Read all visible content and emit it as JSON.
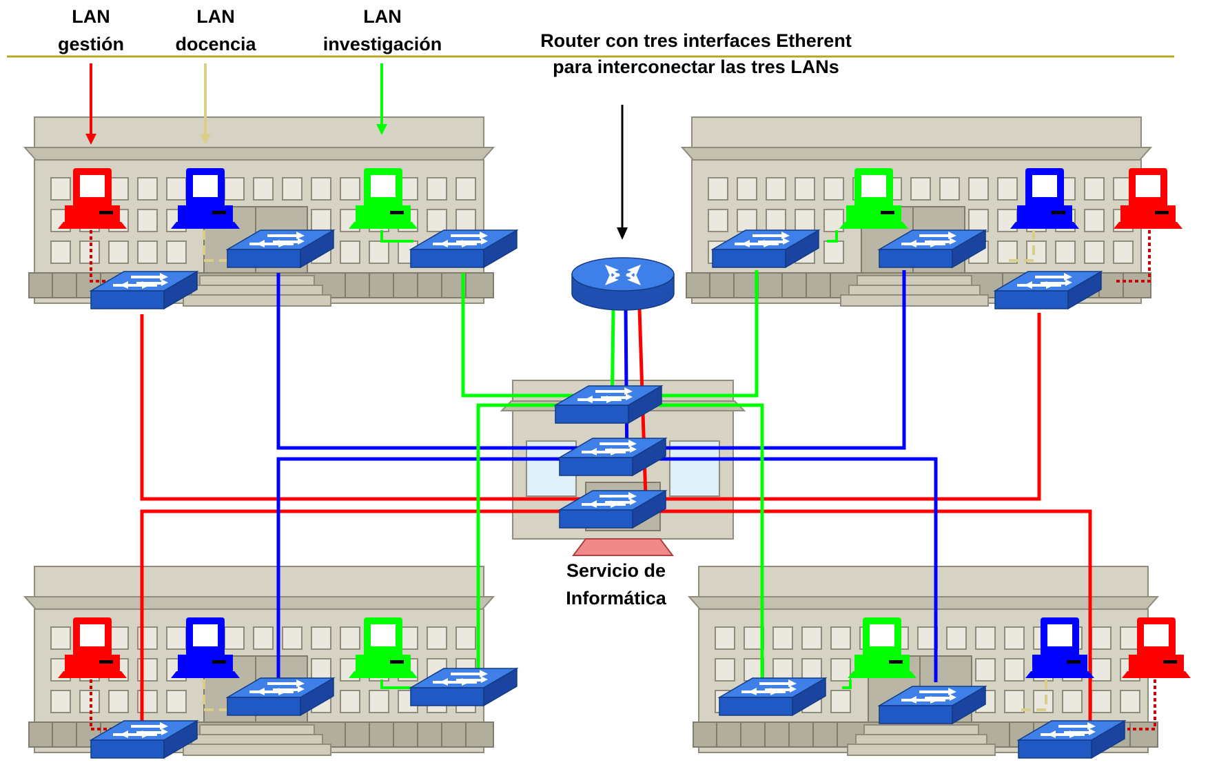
{
  "labels": {
    "lan_gestion": [
      "LAN",
      "gestión"
    ],
    "lan_docencia": [
      "LAN",
      "docencia"
    ],
    "lan_investigacion": [
      "LAN",
      "investigación"
    ],
    "router_caption": [
      "Router con tres interfaces Etherent",
      "para interconectar las tres LANs"
    ],
    "servicio": [
      "Servicio de",
      "Informática"
    ]
  },
  "colors": {
    "gestion": "#ff0000",
    "docencia": "#0000ff",
    "investigacion": "#00ff00",
    "docencia_arrow": "#d9cf8a",
    "rule": "#b3a81f",
    "building": "#d6d3c4",
    "switch_top": "#3f80e8",
    "switch_side": "#1f4fb0",
    "router": "#2f72db"
  },
  "buildings": [
    "building-top-left",
    "building-top-right",
    "building-bottom-left",
    "building-bottom-right",
    "building-servicio-informatica"
  ]
}
